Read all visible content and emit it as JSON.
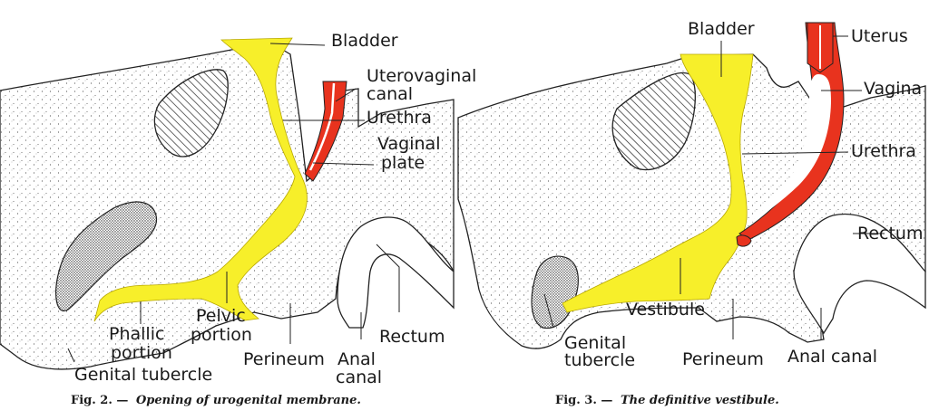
{
  "figures": [
    {
      "id": "fig2",
      "caption_number": "Fig. 2. —",
      "caption_title": "Opening of urogenital membrane.",
      "labels": {
        "bladder": "Bladder",
        "uterovaginal_1": "Uterovaginal",
        "uterovaginal_2": "canal",
        "urethra": "Urethra",
        "vaginal_plate_1": "Vaginal",
        "vaginal_plate_2": "plate",
        "phallic_1": "Phallic",
        "phallic_2": "portion",
        "pelvic_1": "Pelvic",
        "pelvic_2": "portion",
        "perineum": "Perineum",
        "anal_1": "Anal",
        "anal_2": "canal",
        "rectum": "Rectum",
        "genital_tubercle": "Genital tubercle"
      }
    },
    {
      "id": "fig3",
      "caption_number": "Fig. 3. —",
      "caption_title": "The definitive vestibule.",
      "labels": {
        "bladder": "Bladder",
        "uterus": "Uterus",
        "vagina": "Vagina",
        "urethra": "Urethra",
        "rectum": "Rectum",
        "vestibule": "Vestibule",
        "genital_1": "Genital",
        "genital_2": "tubercle",
        "perineum": "Perineum",
        "anal_canal": "Anal canal"
      }
    }
  ],
  "colors": {
    "urogenital_sinus": "#f7ef2a",
    "vaginal_tract": "#e8331e",
    "stipple": "#444444",
    "ink": "#1a1a1a"
  }
}
